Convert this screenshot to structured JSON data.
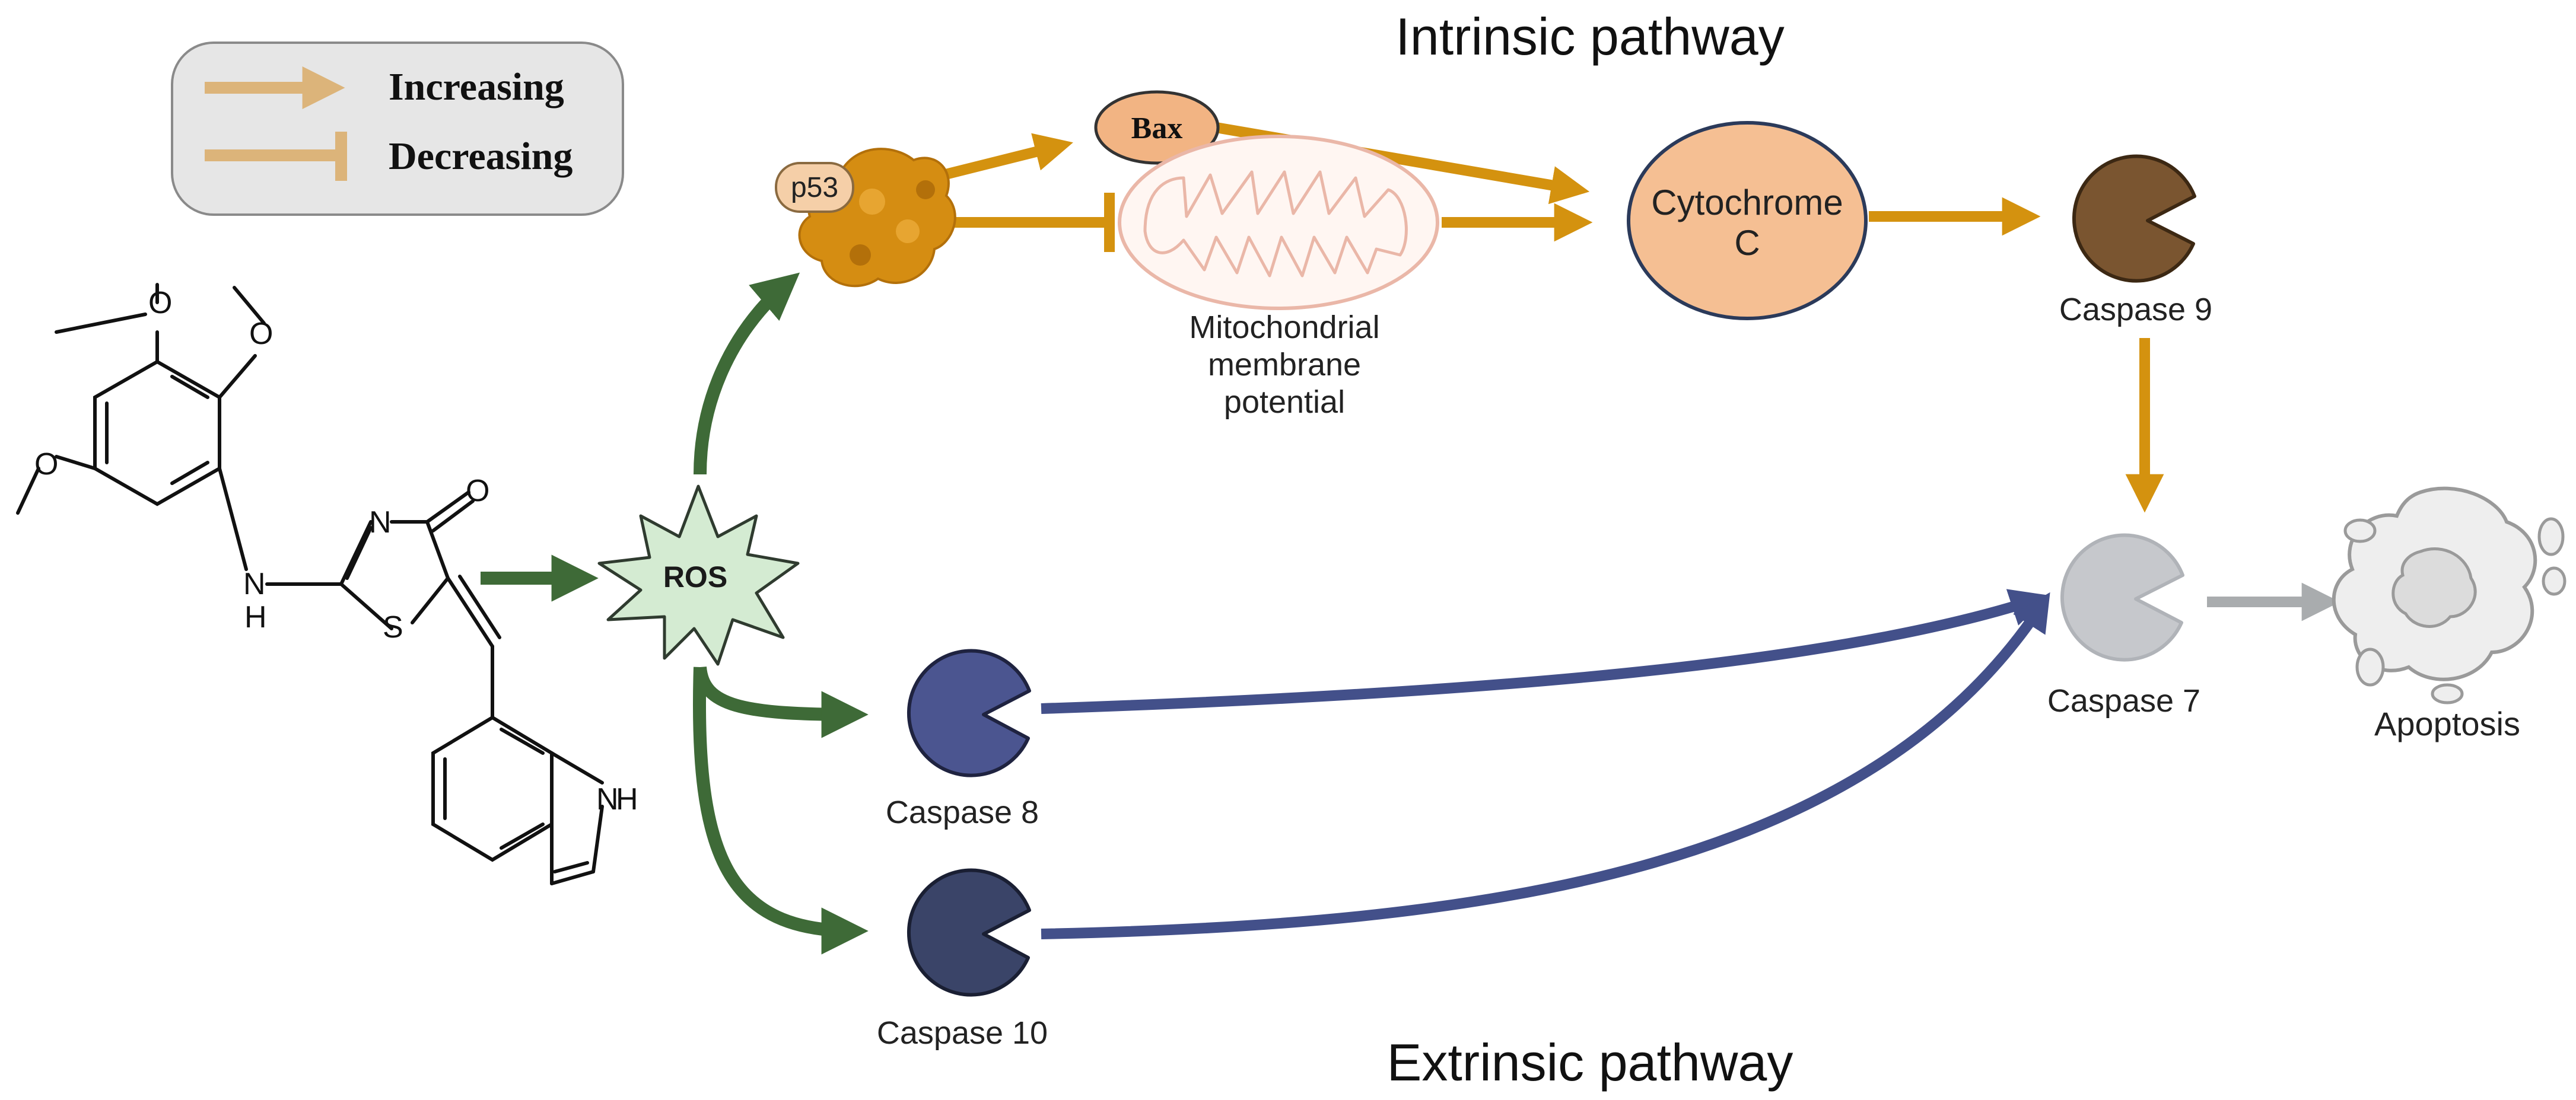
{
  "title_top": "Intrinsic pathway",
  "title_bottom": "Extrinsic pathway",
  "legend": {
    "increasing": "Increasing",
    "decreasing": "Decreasing"
  },
  "molecule": {
    "atom_n_ring": "N",
    "atom_o_carbonyl": "O",
    "atom_s": "S",
    "atom_nh": "N",
    "atom_nh_h": "H",
    "atom_indole_nh": "N",
    "atom_indole_h": "H",
    "atom_o1": "O",
    "atom_o2": "O",
    "atom_o3": "O"
  },
  "nodes": {
    "ros": "ROS",
    "p53": "p53",
    "bax": "Bax",
    "mito_line1": "Mitochondrial",
    "mito_line2": "membrane",
    "mito_line3": "potential",
    "cyto_line1": "Cytochrome",
    "cyto_line2": "C",
    "casp9": "Caspase 9",
    "casp8": "Caspase 8",
    "casp10": "Caspase 10",
    "casp7": "Caspase 7",
    "apoptosis": "Apoptosis"
  },
  "colors": {
    "orange_arrow": "#d4920f",
    "legend_arrow": "#dcb47a",
    "green_arrow": "#3e6a37",
    "blue_arrow": "#43508a",
    "grey_arrow": "#a9acae",
    "casp8": "#4b5590",
    "casp10": "#3a4468",
    "casp9": "#7a5530",
    "casp7": "#c6c8cc",
    "cytochrome": "#f5bf93",
    "bax": "#f2b483",
    "p53_protein": "#d58d12",
    "ros_fill": "#d4ebd2"
  }
}
